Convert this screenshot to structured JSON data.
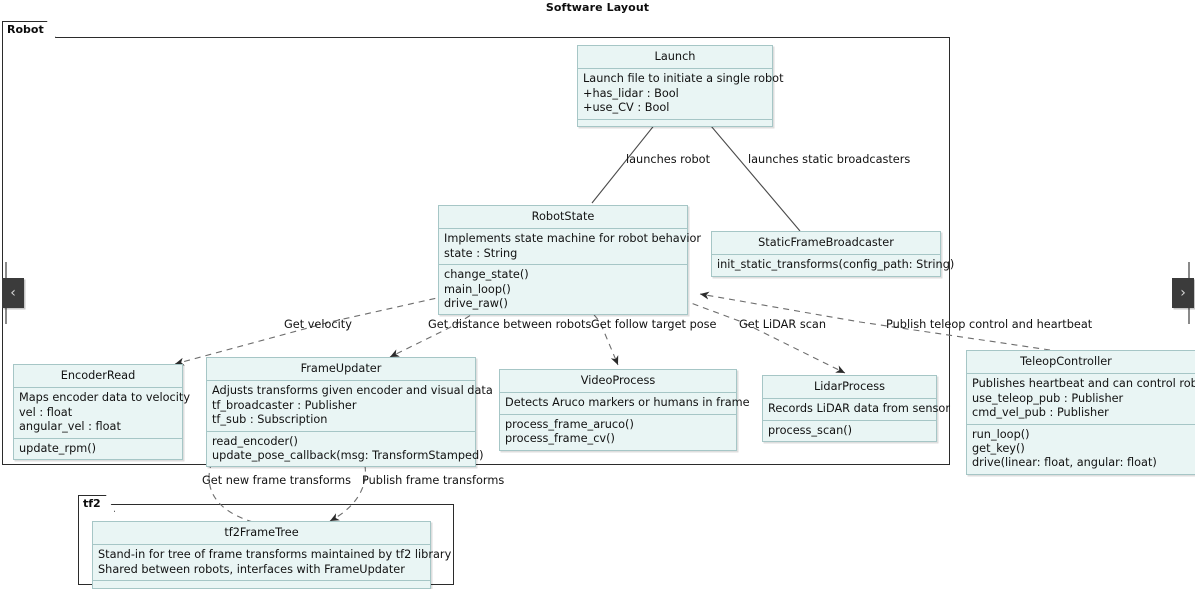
{
  "title": "Software Layout",
  "packages": [
    {
      "name": "Robot"
    },
    {
      "name": "tf2"
    }
  ],
  "classes": [
    {
      "id": "launch",
      "name": "Launch",
      "attributes": [
        "Launch file to initiate a single robot",
        "+has_lidar : Bool",
        "+use_CV : Bool"
      ],
      "operations": []
    },
    {
      "id": "robotstate",
      "name": "RobotState",
      "attributes": [
        "Implements state machine for robot behavior",
        "state : String"
      ],
      "operations": [
        "change_state()",
        "main_loop()",
        "drive_raw()"
      ]
    },
    {
      "id": "staticframebroadcaster",
      "name": "StaticFrameBroadcaster",
      "attributes": [],
      "operations": [
        "init_static_transforms(config_path: String)"
      ]
    },
    {
      "id": "encoderread",
      "name": "EncoderRead",
      "attributes": [
        "Maps encoder data to velocity",
        "vel : float",
        "angular_vel : float"
      ],
      "operations": [
        "update_rpm()"
      ]
    },
    {
      "id": "frameupdater",
      "name": "FrameUpdater",
      "attributes": [
        "Adjusts transforms given encoder and visual data",
        "tf_broadcaster : Publisher",
        "tf_sub : Subscription"
      ],
      "operations": [
        "read_encoder()",
        "update_pose_callback(msg: TransformStamped)"
      ]
    },
    {
      "id": "videoprocess",
      "name": "VideoProcess",
      "attributes": [
        "Detects Aruco markers or humans in frame"
      ],
      "operations": [
        "process_frame_aruco()",
        "process_frame_cv()"
      ]
    },
    {
      "id": "lidarprocess",
      "name": "LidarProcess",
      "attributes": [
        "Records LiDAR data from sensor"
      ],
      "operations": [
        "process_scan()"
      ]
    },
    {
      "id": "teleopcontroller",
      "name": "TeleopController",
      "attributes": [
        "Publishes heartbeat and can control robots",
        "use_teleop_pub : Publisher",
        "cmd_vel_pub : Publisher"
      ],
      "operations": [
        "run_loop()",
        "get_key()",
        "drive(linear: float, angular: float)"
      ]
    },
    {
      "id": "tf2frametree",
      "name": "tf2FrameTree",
      "attributes": [
        "Stand-in for tree of frame transforms maintained by tf2 library",
        "Shared between robots, interfaces with FrameUpdater"
      ],
      "operations": []
    }
  ],
  "edges": [
    {
      "id": "e-launch-robotstate",
      "label": "launches robot"
    },
    {
      "id": "e-launch-static",
      "label": "launches static broadcasters"
    },
    {
      "id": "e-encoder-robotstate",
      "label": "Get velocity"
    },
    {
      "id": "e-frame-robotstate",
      "label": "Get distance between robots"
    },
    {
      "id": "e-video-robotstate",
      "label": "Get follow target pose"
    },
    {
      "id": "e-lidar-robotstate",
      "label": "Get LiDAR scan"
    },
    {
      "id": "e-teleop-robotstate",
      "label": "Publish teleop control and heartbeat"
    },
    {
      "id": "e-tf2-frameupdater",
      "label": "Get new frame transforms"
    },
    {
      "id": "e-frameupdater-tf2",
      "label": "Publish frame transforms"
    }
  ],
  "nav": {
    "prev_label": "‹",
    "next_label": "›"
  },
  "colors": {
    "class_fill": "#e9f5f4",
    "class_border": "#a6c6c6",
    "package_border": "#2b2b2b",
    "edge_solid": "#4a4a4a",
    "edge_dashed": "#6d6d6d",
    "nav_button": "#3b3b3b"
  }
}
